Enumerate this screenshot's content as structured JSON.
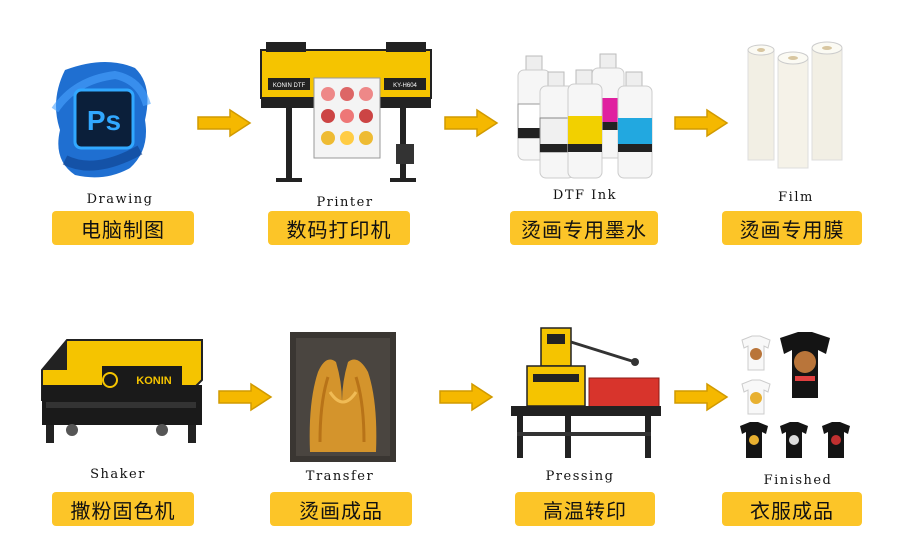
{
  "steps": [
    {
      "en": "Drawing",
      "zh": "电脑制图",
      "icon": "photoshop-icon"
    },
    {
      "en": "Printer",
      "zh": "数码打印机",
      "icon": "printer-icon",
      "brand_left": "KONIN DTF",
      "brand_right": "KY-H604"
    },
    {
      "en": "DTF Ink",
      "zh": "烫画专用墨水",
      "icon": "ink-bottles-icon"
    },
    {
      "en": "Film",
      "zh": "烫画专用膜",
      "icon": "film-rolls-icon"
    },
    {
      "en": "Shaker",
      "zh": "撒粉固色机",
      "icon": "shaker-icon",
      "brand": "KONIN"
    },
    {
      "en": "Transfer",
      "zh": "烫画成品",
      "icon": "transfer-print-icon"
    },
    {
      "en": "Pressing",
      "zh": "高温转印",
      "icon": "heat-press-icon"
    },
    {
      "en": "Finished",
      "zh": "衣服成品",
      "icon": "tshirts-icon"
    }
  ],
  "logo_text": "Ps",
  "colors": {
    "label_bg": "#fcc528",
    "arrow": "#f5b800",
    "arrow_stroke": "#d19a00"
  }
}
